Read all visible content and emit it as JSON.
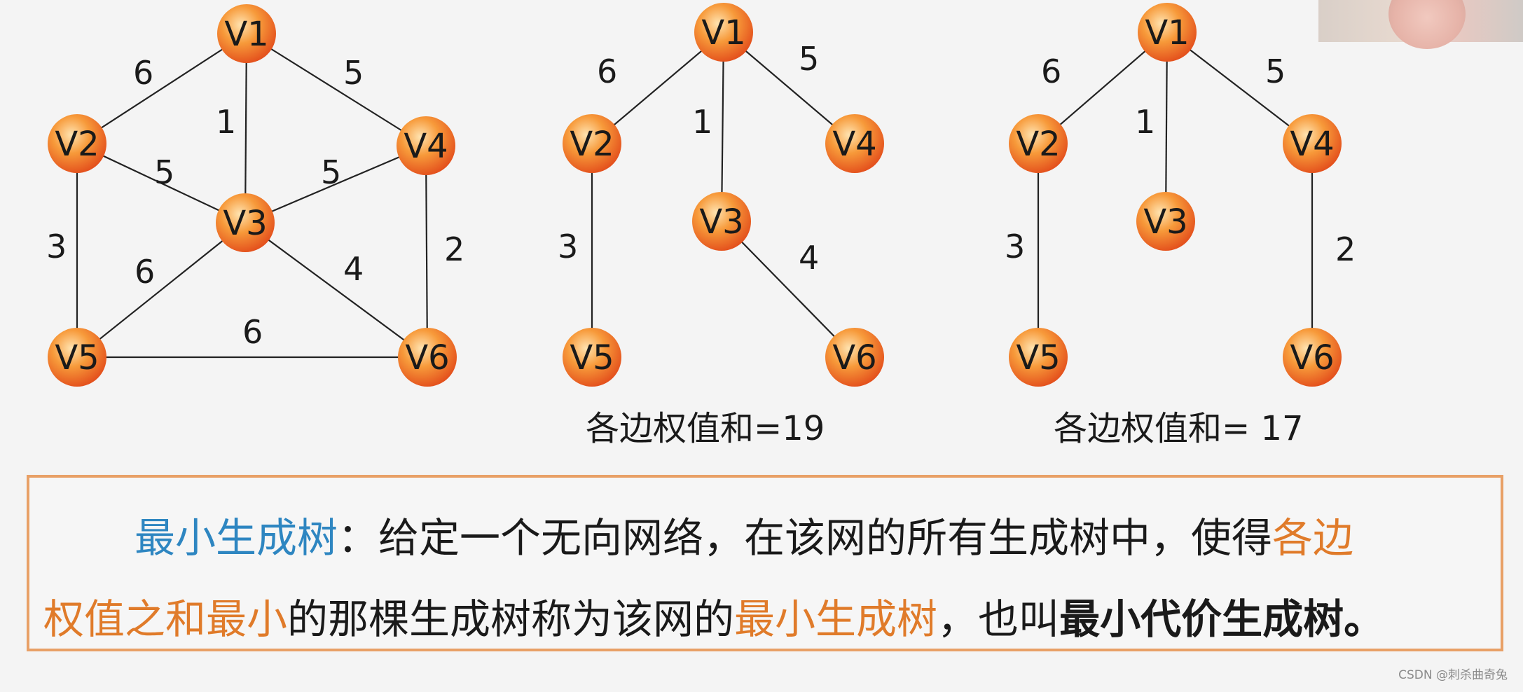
{
  "nodes": {
    "v1": "V1",
    "v2": "V2",
    "v3": "V3",
    "v4": "V4",
    "v5": "V5",
    "v6": "V6"
  },
  "graph_full": {
    "edges": [
      {
        "from": "V1",
        "to": "V2",
        "weight": "6"
      },
      {
        "from": "V1",
        "to": "V3",
        "weight": "1"
      },
      {
        "from": "V1",
        "to": "V4",
        "weight": "5"
      },
      {
        "from": "V2",
        "to": "V3",
        "weight": "5"
      },
      {
        "from": "V3",
        "to": "V4",
        "weight": "5"
      },
      {
        "from": "V2",
        "to": "V5",
        "weight": "3"
      },
      {
        "from": "V3",
        "to": "V5",
        "weight": "6"
      },
      {
        "from": "V3",
        "to": "V6",
        "weight": "4"
      },
      {
        "from": "V4",
        "to": "V6",
        "weight": "2"
      },
      {
        "from": "V5",
        "to": "V6",
        "weight": "6"
      }
    ]
  },
  "tree_a": {
    "edges": [
      {
        "from": "V1",
        "to": "V2",
        "weight": "6"
      },
      {
        "from": "V1",
        "to": "V3",
        "weight": "1"
      },
      {
        "from": "V1",
        "to": "V4",
        "weight": "5"
      },
      {
        "from": "V2",
        "to": "V5",
        "weight": "3"
      },
      {
        "from": "V3",
        "to": "V6",
        "weight": "4"
      }
    ],
    "caption": "各边权值和=19"
  },
  "tree_b": {
    "edges": [
      {
        "from": "V1",
        "to": "V2",
        "weight": "6"
      },
      {
        "from": "V1",
        "to": "V3",
        "weight": "1"
      },
      {
        "from": "V1",
        "to": "V4",
        "weight": "5"
      },
      {
        "from": "V2",
        "to": "V5",
        "weight": "3"
      },
      {
        "from": "V4",
        "to": "V6",
        "weight": "2"
      }
    ],
    "caption": "各边权值和= 17"
  },
  "definition": {
    "term": "最小生成树",
    "colon_text": "：给定一个无向网络，在该网的所有生成树中，使得",
    "highlight_1": "各边",
    "highlight_2": "权值之和最小",
    "middle_text": "的那棵生成树称为该网的",
    "highlight_3": "最小生成树",
    "tail_text": "，也叫",
    "bold_term": "最小代价生成树。"
  },
  "watermark": "CSDN @刺杀曲奇兔",
  "colors": {
    "node_fill_center": "#ffd9a0",
    "node_fill_edge": "#e8501c",
    "box_border": "#e8a066",
    "term_blue": "#2e86c1",
    "highlight_orange": "#e07b2a"
  }
}
